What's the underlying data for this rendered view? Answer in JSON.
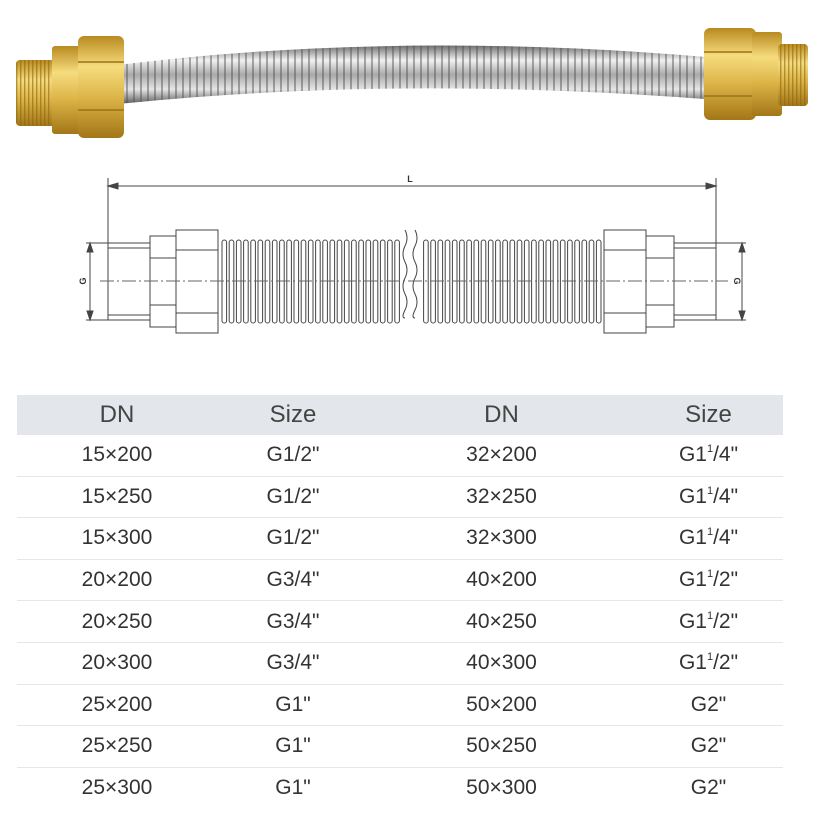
{
  "drawing": {
    "length_label": "L",
    "thread_label_left": "G",
    "thread_label_right": "G"
  },
  "table": {
    "headers": [
      "DN",
      "Size",
      "DN",
      "Size"
    ],
    "rows": [
      {
        "dn1": "15×200",
        "size1": "G1/2\"",
        "dn2": "32×200",
        "size2_pre": "G1",
        "size2_sup": "1",
        "size2_post": "/4\""
      },
      {
        "dn1": "15×250",
        "size1": "G1/2\"",
        "dn2": "32×250",
        "size2_pre": "G1",
        "size2_sup": "1",
        "size2_post": "/4\""
      },
      {
        "dn1": "15×300",
        "size1": "G1/2\"",
        "dn2": "32×300",
        "size2_pre": "G1",
        "size2_sup": "1",
        "size2_post": "/4\""
      },
      {
        "dn1": "20×200",
        "size1": "G3/4\"",
        "dn2": "40×200",
        "size2_pre": "G1",
        "size2_sup": "1",
        "size2_post": "/2\""
      },
      {
        "dn1": "20×250",
        "size1": "G3/4\"",
        "dn2": "40×250",
        "size2_pre": "G1",
        "size2_sup": "1",
        "size2_post": "/2\""
      },
      {
        "dn1": "20×300",
        "size1": "G3/4\"",
        "dn2": "40×300",
        "size2_pre": "G1",
        "size2_sup": "1",
        "size2_post": "/2\""
      },
      {
        "dn1": "25×200",
        "size1": "G1\"",
        "dn2": "50×200",
        "size2_pre": "G2\"",
        "size2_sup": "",
        "size2_post": ""
      },
      {
        "dn1": "25×250",
        "size1": "G1\"",
        "dn2": "50×250",
        "size2_pre": "G2\"",
        "size2_sup": "",
        "size2_post": ""
      },
      {
        "dn1": "25×300",
        "size1": "G1\"",
        "dn2": "50×300",
        "size2_pre": "G2\"",
        "size2_sup": "",
        "size2_post": ""
      }
    ]
  }
}
